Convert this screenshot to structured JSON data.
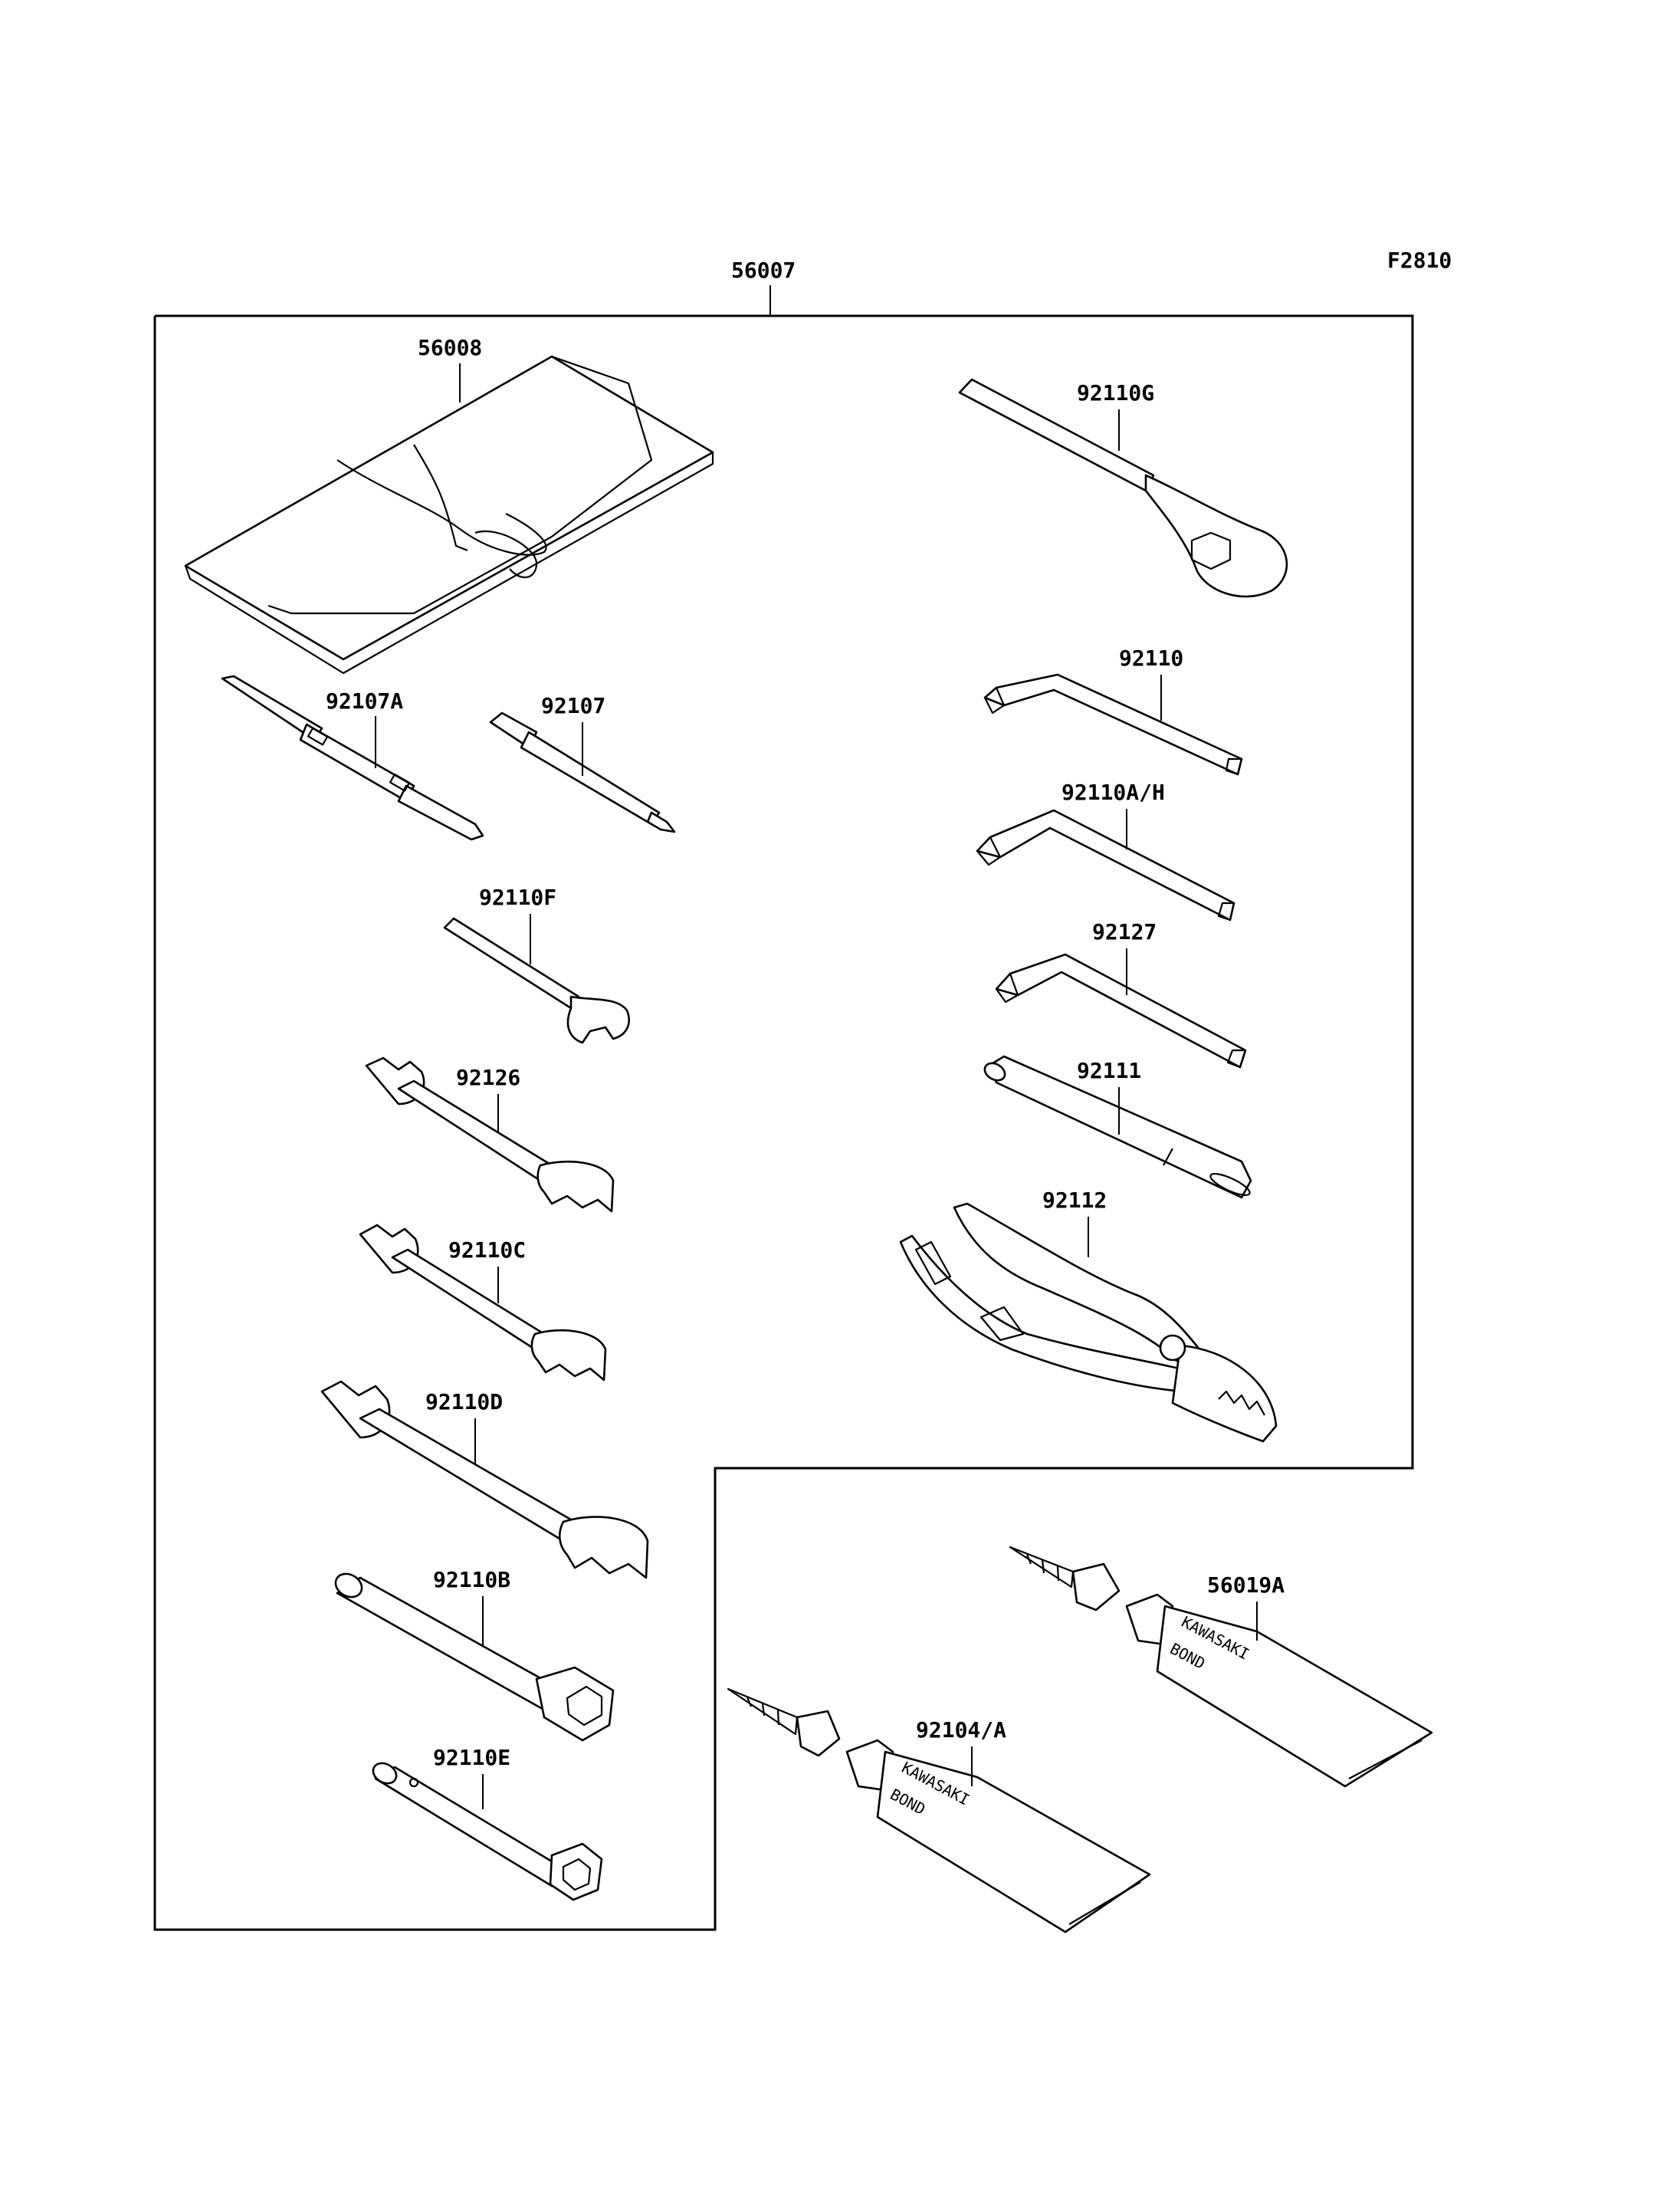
{
  "figure_code": "F2810",
  "kit_label": "56007",
  "parts": [
    {
      "id": "tool-bag",
      "label": "56008"
    },
    {
      "id": "screwdriver-a",
      "label": "92107A"
    },
    {
      "id": "screwdriver",
      "label": "92107"
    },
    {
      "id": "wrench-f",
      "label": "92110F"
    },
    {
      "id": "wrench-126",
      "label": "92126"
    },
    {
      "id": "wrench-c",
      "label": "92110C"
    },
    {
      "id": "wrench-d",
      "label": "92110D"
    },
    {
      "id": "box-wrench-b",
      "label": "92110B"
    },
    {
      "id": "box-wrench-e",
      "label": "92110E"
    },
    {
      "id": "ring-wrench-g",
      "label": "92110G"
    },
    {
      "id": "hex-key",
      "label": "92110"
    },
    {
      "id": "hex-key-ah",
      "label": "92110A/H"
    },
    {
      "id": "hex-key-127",
      "label": "92127"
    },
    {
      "id": "handle-bar",
      "label": "92111"
    },
    {
      "id": "pliers",
      "label": "92112"
    },
    {
      "id": "bond-56019a",
      "label": "56019A"
    },
    {
      "id": "bond-92104a",
      "label": "92104/A"
    }
  ],
  "tube_brand": "KAWASAKI",
  "tube_product": "BOND"
}
